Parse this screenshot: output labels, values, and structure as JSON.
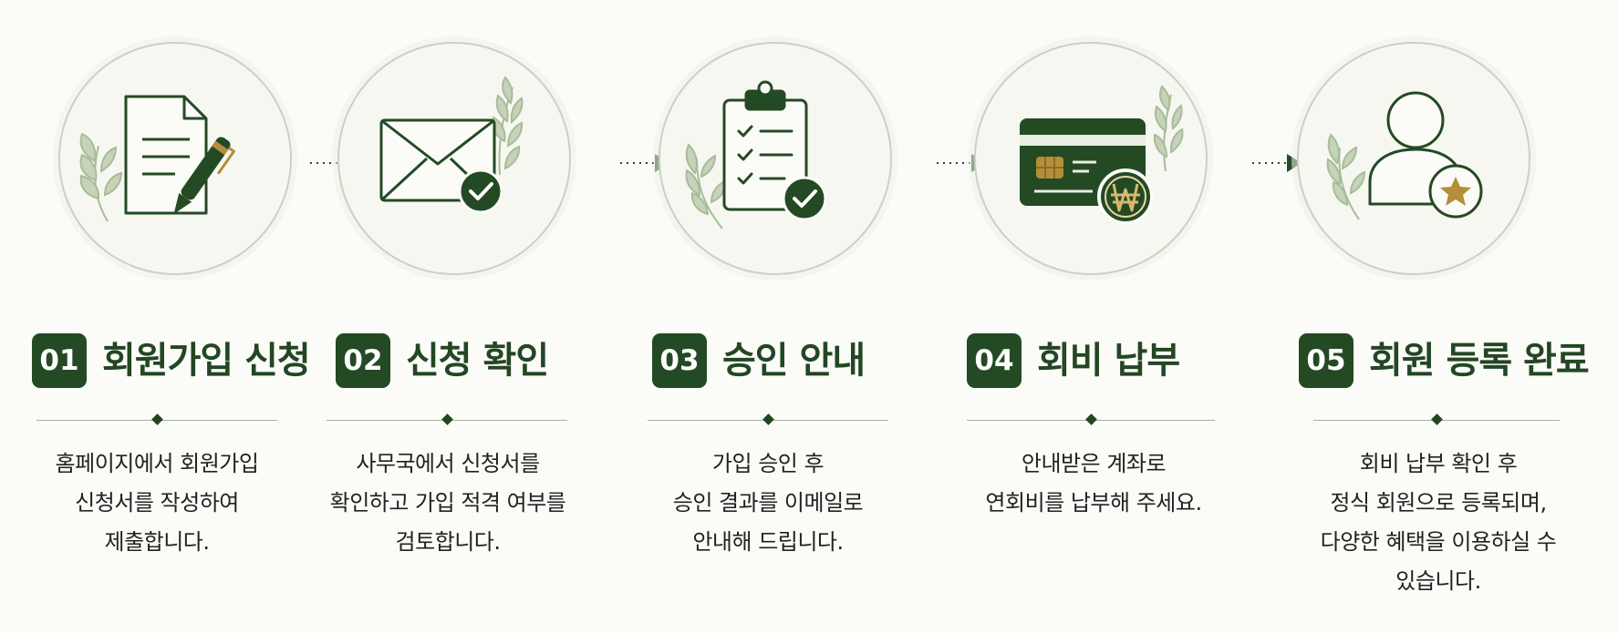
{
  "colors": {
    "primary_green": "#244a24",
    "accent_gold": "#b58e3a",
    "leaf_green": "#9fb28d",
    "text": "#222222"
  },
  "steps": [
    {
      "number": "01",
      "title": "회원가입 신청",
      "icon": "document-pen-icon",
      "description": [
        "홈페이지에서 회원가입",
        "신청서를 작성하여",
        "제출합니다."
      ]
    },
    {
      "number": "02",
      "title": "신청 확인",
      "icon": "envelope-check-icon",
      "description": [
        "사무국에서 신청서를",
        "확인하고 가입 적격 여부를",
        "검토합니다."
      ]
    },
    {
      "number": "03",
      "title": "승인 안내",
      "icon": "clipboard-check-icon",
      "description": [
        "가입 승인 후",
        "승인 결과를 이메일로",
        "안내해 드립니다."
      ]
    },
    {
      "number": "04",
      "title": "회비 납부",
      "icon": "credit-card-won-icon",
      "description": [
        "안내받은 계좌로",
        "연회비를 납부해 주세요."
      ]
    },
    {
      "number": "05",
      "title": "회원 등록 완료",
      "icon": "user-star-icon",
      "description": [
        "회비 납부 확인 후",
        "정식 회원으로 등록되며,",
        "다양한 혜택을 이용하실 수",
        "있습니다."
      ]
    }
  ]
}
